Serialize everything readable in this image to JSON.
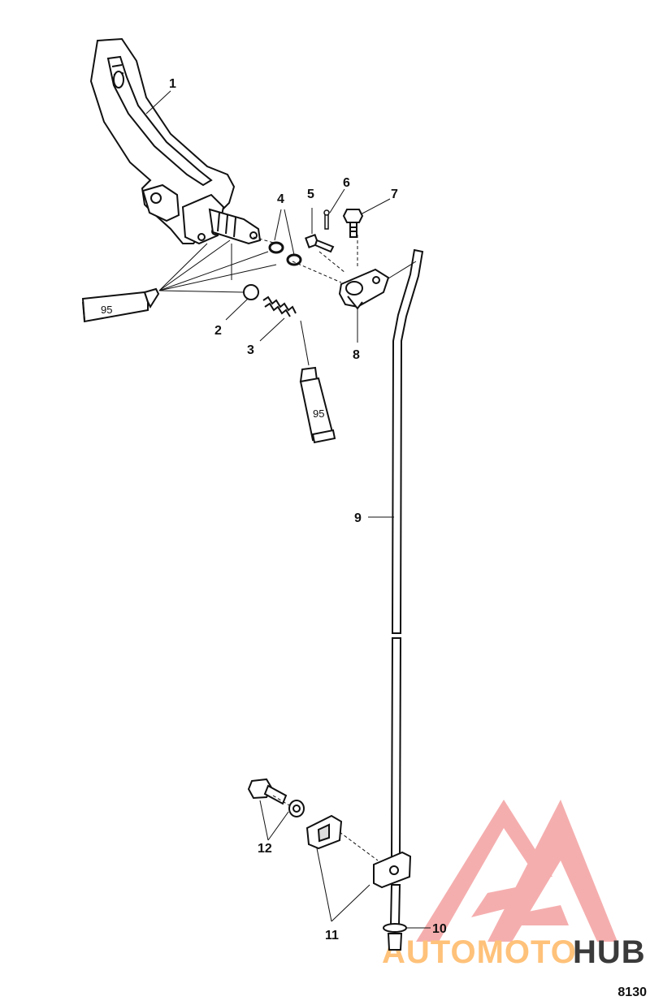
{
  "callouts": {
    "c1": "1",
    "c2": "2",
    "c3": "3",
    "c4": "4",
    "c5": "5",
    "c6": "6",
    "c7": "7",
    "c8": "8",
    "c9": "9",
    "c10": "10",
    "c11": "11",
    "c12": "12"
  },
  "sealant_tube_label": "95",
  "figure_number": "8130",
  "watermark": {
    "part1": "AUTOMOTO",
    "part2": "HUB",
    "color_primary": "#f08a8a",
    "color_secondary": "#ffc27a",
    "color_dark": "#3a3a3a"
  }
}
